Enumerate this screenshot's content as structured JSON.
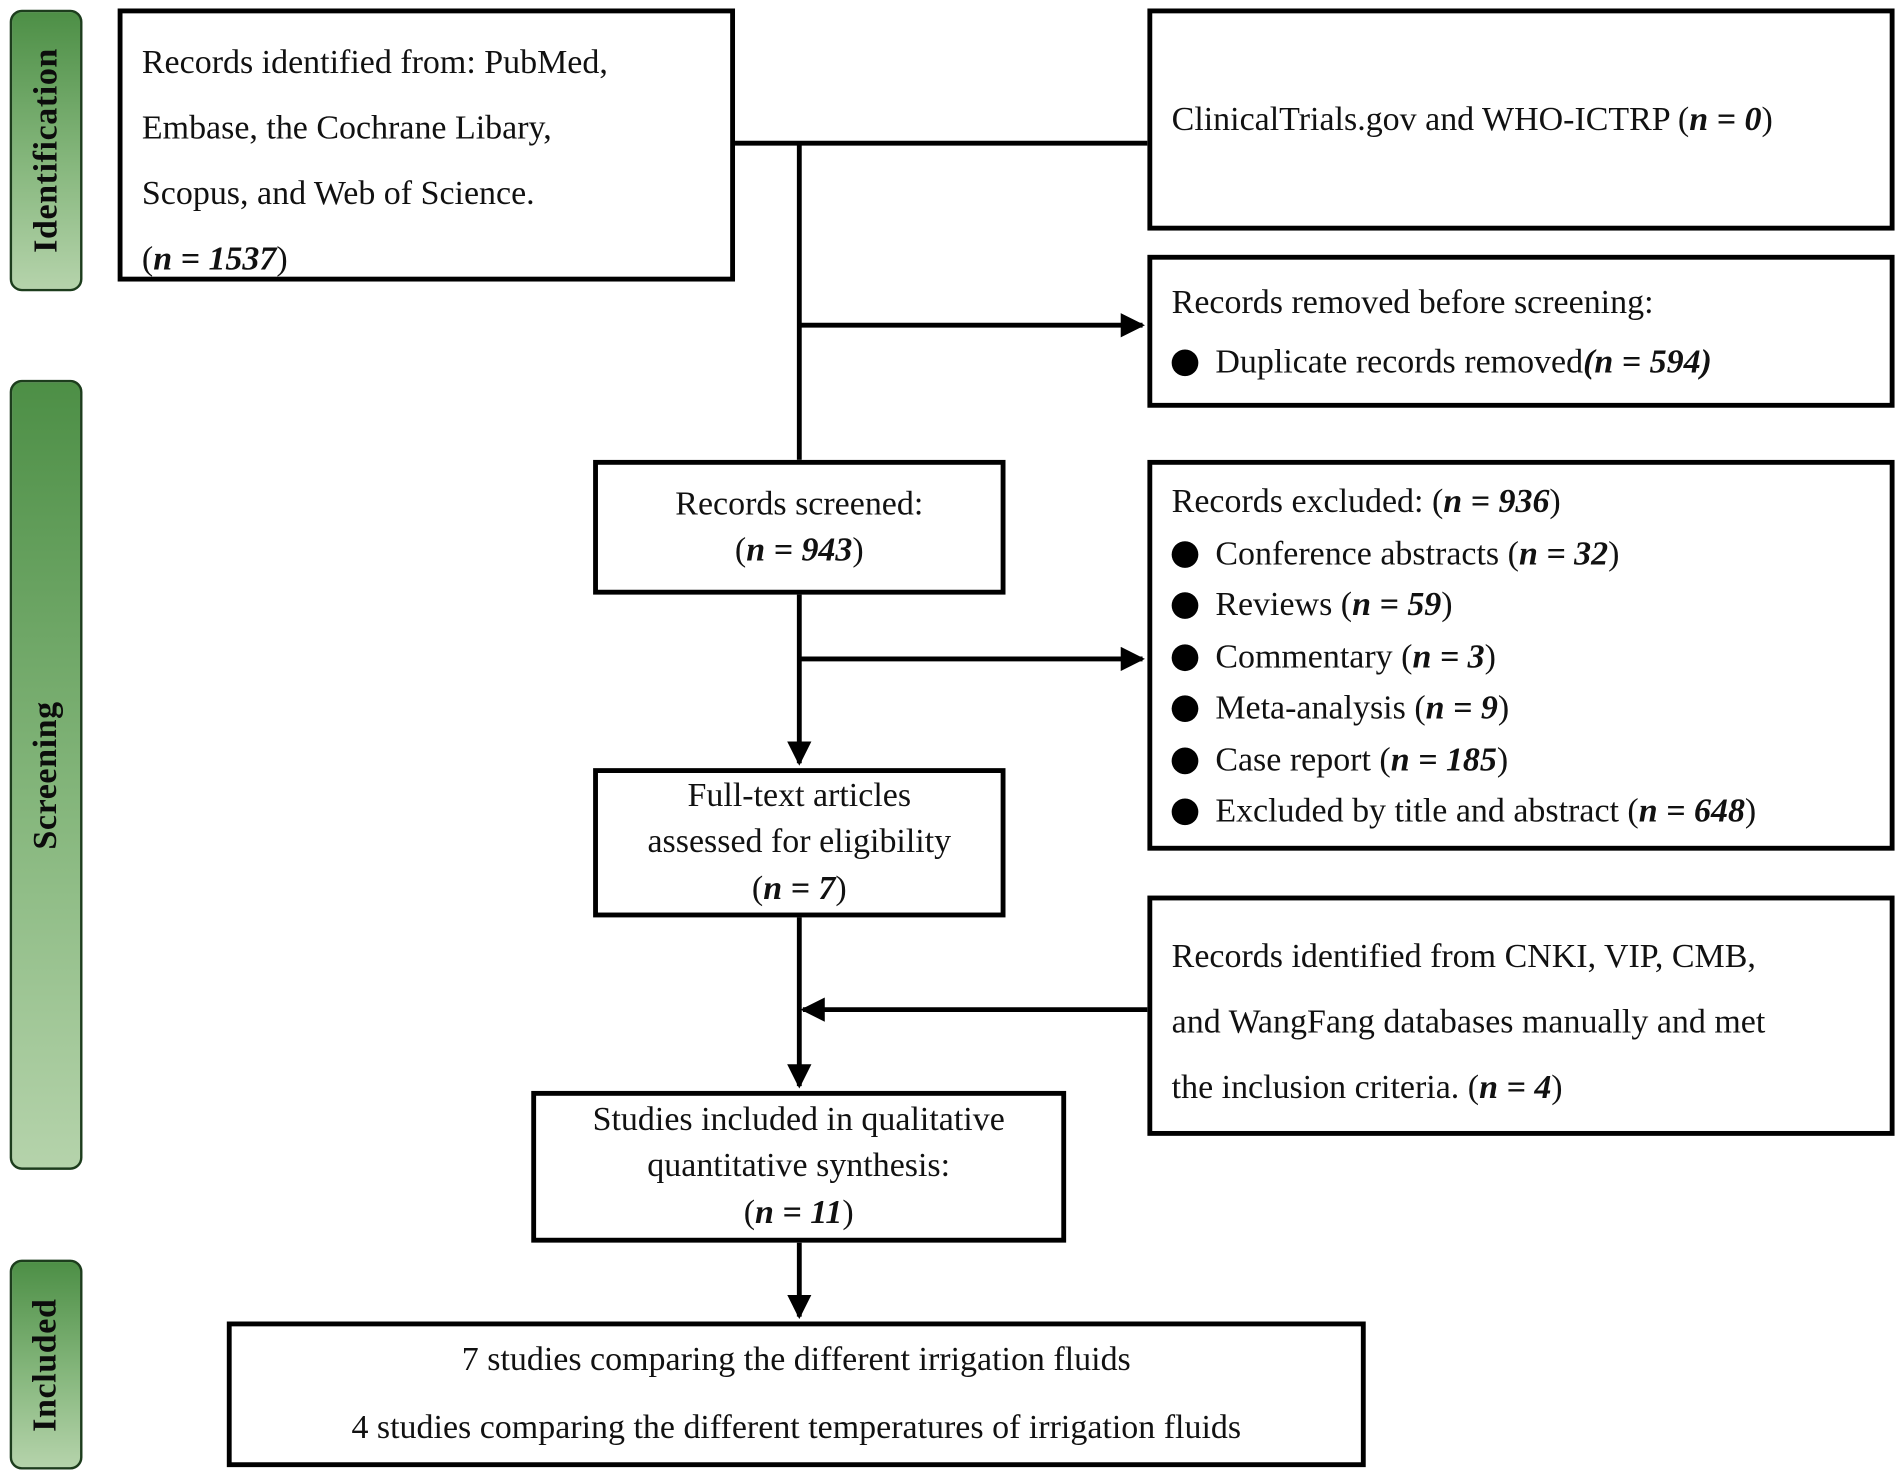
{
  "phases": {
    "identification": "Identification",
    "screening": "Screening",
    "included": "Included"
  },
  "boxes": {
    "databases": {
      "lines": [
        "Records identified from: PubMed,",
        "Embase, the Cochrane Libary,",
        "Scopus, and Web of Science."
      ],
      "n_open": "(",
      "n_label": "n = 1537",
      "n_close": ")"
    },
    "registers": {
      "text": "ClinicalTrials.gov and WHO-ICTRP (",
      "n_label": "n = 0",
      "n_close": ")"
    },
    "removed": {
      "title": "Records removed before screening:",
      "bullet_text": "Duplicate records removed ",
      "bullet_n": "(n = 594)"
    },
    "screened": {
      "title": "Records screened:",
      "n_open": "(",
      "n_label": "n = 943",
      "n_close": ")"
    },
    "excluded": {
      "title": "Records excluded: (",
      "title_n": "n = 936",
      "title_close": ")",
      "items": [
        {
          "label": "Conference abstracts (",
          "n": "n = 32",
          "close": ")"
        },
        {
          "label": "Reviews (",
          "n": "n = 59",
          "close": ")"
        },
        {
          "label": "Commentary (",
          "n": "n = 3",
          "close": ")"
        },
        {
          "label": "Meta-analysis (",
          "n": "n = 9",
          "close": ")"
        },
        {
          "label": "Case report (",
          "n": "n = 185",
          "close": ")"
        },
        {
          "label": "Excluded by title and abstract (",
          "n": "n = 648",
          "close": ")"
        }
      ]
    },
    "fulltext": {
      "lines": [
        "Full-text articles",
        "assessed for eligibility"
      ],
      "n_open": "(",
      "n_label": "n = 7",
      "n_close": ")"
    },
    "manual": {
      "lines": [
        "Records identified from CNKI, VIP, CMB,",
        "and WangFang databases manually and met"
      ],
      "last": "the inclusion criteria. (",
      "n_label": "n = 4",
      "n_close": ")"
    },
    "synthesis": {
      "lines": [
        "Studies included in qualitative",
        "quantitative synthesis:"
      ],
      "n_open": "(",
      "n_label": "n = 11",
      "n_close": ")"
    },
    "included": {
      "lines": [
        "7 studies comparing the different irrigation fluids",
        "4 studies comparing the different temperatures of irrigation fluids"
      ]
    }
  }
}
